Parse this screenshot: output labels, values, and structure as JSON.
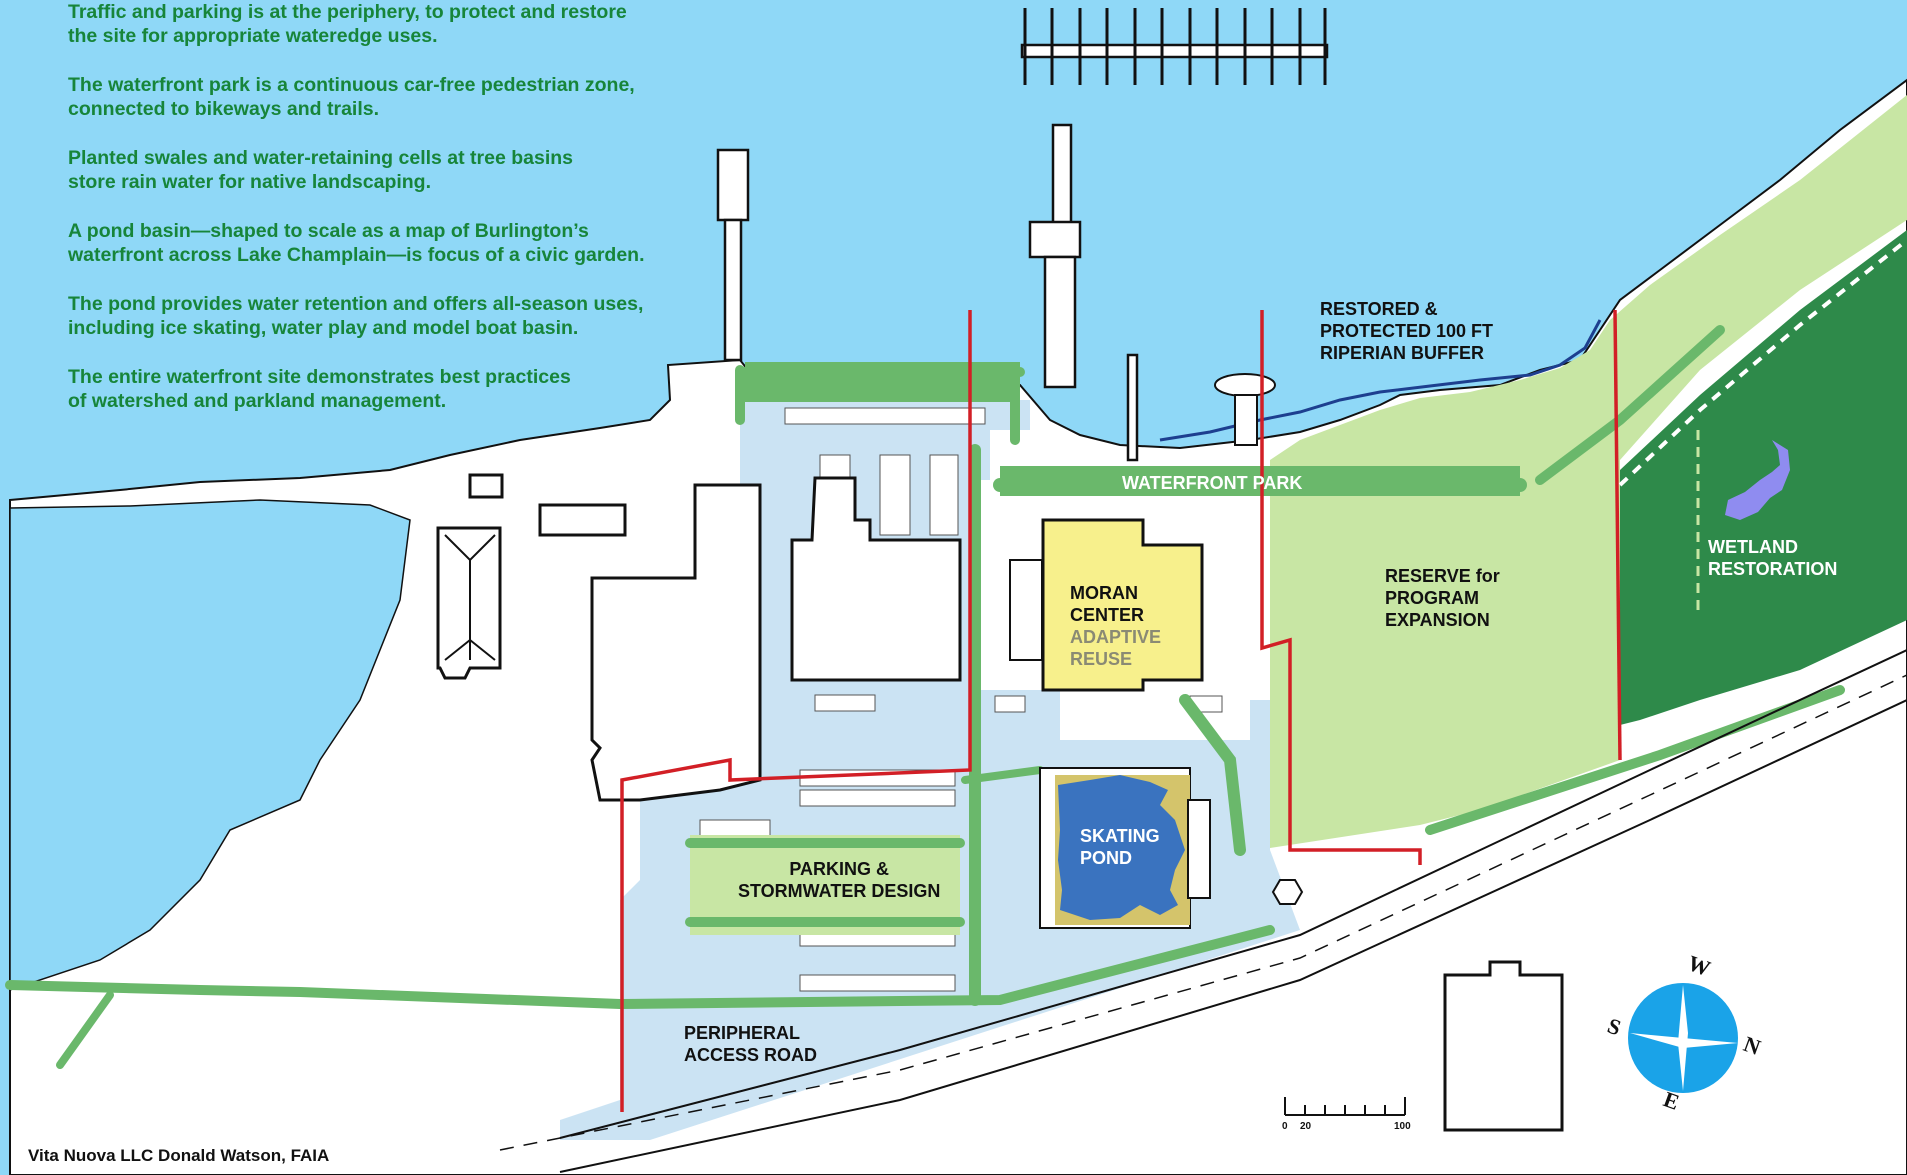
{
  "notes": [
    {
      "line1": "Traffic and parking is at the periphery, to protect and restore",
      "line2": "the site for appropriate wateredge uses."
    },
    {
      "line1": "The waterfront park is a continuous car-free pedestrian zone,",
      "line2": "connected to bikeways and trails."
    },
    {
      "line1": "Planted swales and water-retaining cells at tree basins",
      "line2": "store rain water for native landscaping."
    },
    {
      "line1": "A pond basin—shaped to scale as a map of Burlington’s",
      "line2": "waterfront across Lake Champlain—is focus of a civic garden."
    },
    {
      "line1": "The pond provides water retention and offers all-season uses,",
      "line2": "including ice skating, water play and model boat basin."
    },
    {
      "line1": "The entire waterfront site demonstrates best practices",
      "line2": "of watershed and parkland management."
    }
  ],
  "labels": {
    "riparian": [
      "RESTORED &",
      "PROTECTED 100 FT",
      "RIPERIAN BUFFER"
    ],
    "waterfront_park": "WATERFRONT PARK",
    "moran": [
      "MORAN",
      "CENTER"
    ],
    "adaptive": [
      "ADAPTIVE",
      "REUSE"
    ],
    "reserve": [
      "RESERVE for",
      "PROGRAM",
      "EXPANSION"
    ],
    "wetland": [
      "WETLAND",
      "RESTORATION"
    ],
    "skating": [
      "SKATING",
      "POND"
    ],
    "parking": [
      "PARKING &",
      "STORMWATER DESIGN"
    ],
    "peripheral": [
      "PERIPHERAL",
      "ACCESS ROAD"
    ]
  },
  "credit": "Vita Nuova LLC  Donald Watson, FAIA",
  "scale": {
    "t0": "0",
    "t1": "20",
    "t2": "100"
  },
  "compass": {
    "n": "N",
    "s": "S",
    "e": "E",
    "w": "W"
  },
  "colors": {
    "water": "#8fd8f7",
    "park_green": "#6ab86b",
    "light_green": "#c8e6a4",
    "dark_green": "#2e8a4a",
    "moran_yellow": "#f7f08c",
    "pond_blue": "#3a73bf",
    "boundary_red": "#d21f26",
    "note_green": "#17853a",
    "compass_blue": "#1aa3e8"
  }
}
